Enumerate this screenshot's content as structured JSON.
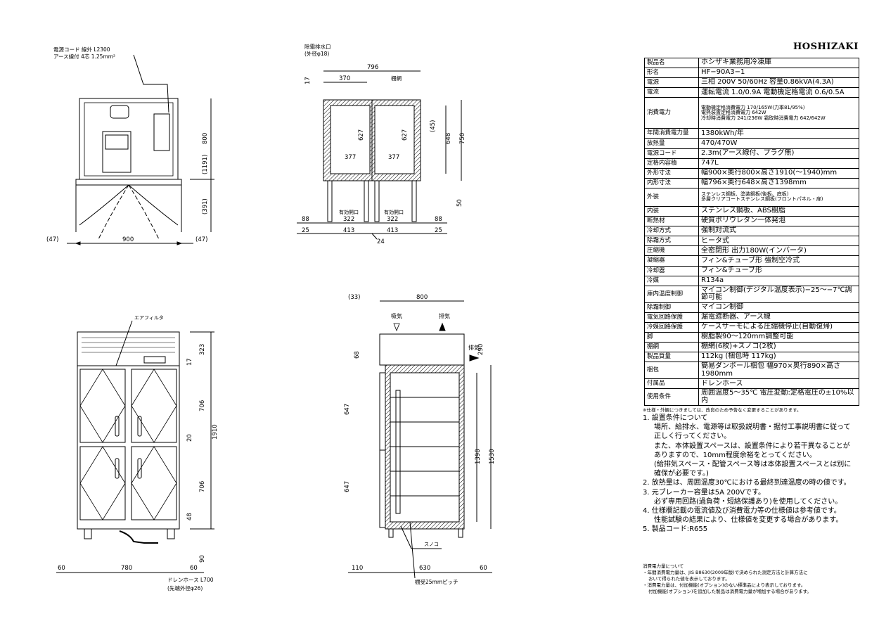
{
  "brand": "HOSHIZAKI",
  "spec_rows": [
    {
      "k": "製品名",
      "v": "ホシザキ業務用冷凍庫"
    },
    {
      "k": "形名",
      "v": "HF−90A3−1"
    },
    {
      "k": "電源",
      "v": "三相 200V 50/60Hz 容量0.86kVA(4.3A)"
    },
    {
      "k": "電流",
      "v": "運転電流 1.0/0.9A 電動機定格電流 0.6/0.5A"
    },
    {
      "k": "消費電力",
      "lines": [
        "電動機定格消費電力 170/165W(力率81/95%)",
        "電熱装置定格消費電力 642W",
        "冷却時消費電力 241/236W 霜取時消費電力 642/642W"
      ]
    },
    {
      "k": "年間消費電力量",
      "v": "1380kWh/年"
    },
    {
      "k": "放熱量",
      "v": "470/470W"
    },
    {
      "k": "電源コード",
      "v": "2.3m(アース線付、プラグ無)"
    },
    {
      "k": "定格内容積",
      "v": "747L"
    },
    {
      "k": "外形寸法",
      "v": "幅900×奥行800×高さ1910(〜1940)mm"
    },
    {
      "k": "内形寸法",
      "v": "幅796×奥行648×高さ1398mm"
    },
    {
      "k": "外装",
      "lines": [
        "ステンレス鋼板、塗装鋼板(後板、底板)",
        "多層クリアコートステンレス鋼板(フロントパネル・扉)"
      ]
    },
    {
      "k": "内装",
      "v": "ステンレス鋼板、ABS樹脂"
    },
    {
      "k": "断熱材",
      "v": "硬質ポリウレタン一体発泡"
    },
    {
      "k": "冷却方式",
      "v": "強制対流式"
    },
    {
      "k": "除霜方式",
      "v": "ヒータ式"
    },
    {
      "k": "圧縮機",
      "v": "全密閉形 出力180W(インバータ)"
    },
    {
      "k": "凝縮器",
      "v": "フィン&チューブ形 強制空冷式"
    },
    {
      "k": "冷却器",
      "v": "フィン&チューブ形"
    },
    {
      "k": "冷媒",
      "v": "R134a"
    },
    {
      "k": "庫内温度制御",
      "v": "マイコン制御(デジタル温度表示)−25〜−7℃調節可能"
    },
    {
      "k": "除霜制御",
      "v": "マイコン制御"
    },
    {
      "k": "電気回路保護",
      "v": "漏電遮断器、アース線"
    },
    {
      "k": "冷媒回路保護",
      "v": "ケースサーモによる圧縮機停止(自動復帰)"
    },
    {
      "k": "脚",
      "v": "樹脂製90〜120mm調整可能"
    },
    {
      "k": "棚網",
      "v": "棚網(6枚)+スノコ(2枚)"
    },
    {
      "k": "製品質量",
      "v": "112kg (梱包時 117kg)"
    },
    {
      "k": "梱包",
      "v": "簡易ダンボール梱包 幅970×奥行890×高さ1980mm"
    },
    {
      "k": "付属品",
      "v": "ドレンホース"
    },
    {
      "k": "使用条件",
      "v": "周囲温度5〜35℃ 電圧変動:定格電圧の±10%以内"
    }
  ],
  "disclaimer": "※仕様・外観につきましては、改良のため予告なく変更することがあります。",
  "notes": [
    {
      "t": "1. 設置条件について",
      "ind": false
    },
    {
      "t": "場所、給排水、電源等は取扱説明書・据付工事説明書に従って",
      "ind": true
    },
    {
      "t": "正しく行ってください。",
      "ind": true
    },
    {
      "t": "また、本体設置スペースは、設置条件により若干異なることが",
      "ind": true
    },
    {
      "t": "ありますので、10mm程度余裕をとってください。",
      "ind": true
    },
    {
      "t": "(給排気スペース・配管スペース等は本体設置スペースとは別に",
      "ind": true
    },
    {
      "t": "確保が必要です。)",
      "ind": true
    },
    {
      "t": "2. 放熱量は、周囲温度30℃における最終到達温度の時の値です。",
      "ind": false
    },
    {
      "t": "3. 元ブレーカー容量は5A 200Vです。",
      "ind": false
    },
    {
      "t": "必ず専用回路(過負荷・短絡保護あり)を使用してください。",
      "ind": true
    },
    {
      "t": "4. 仕様欄記載の電流値及び消費電力等の仕様値は参考値です。",
      "ind": false
    },
    {
      "t": "性能試験の結果により、仕様値を変更する場合があります。",
      "ind": true
    },
    {
      "t": "5. 製品コード:R655",
      "ind": false
    }
  ],
  "footnote": [
    "消費電力量について",
    "・年間消費電力量は、JIS B8630(2009年版)で決められた測定方法と計算方法に",
    "おいて得られた値を表示しております。",
    "・消費電力量は、付加機能(オプション)のない標準品により表示しております。",
    "付加機能(オプション)を追加した製品は消費電力量が増加する場合があります。"
  ],
  "labels": {
    "power_cord": "電源コード 線外 L2300",
    "earth_wire": "アース線付 4芯 1.25mm²",
    "drain_outlet": "除霜排水口",
    "drain_outer_dia": "(外径φ18)",
    "shelf_net": "棚網",
    "effective_opening": "有効開口",
    "air_filter": "エアフィルタ",
    "intake": "吸気",
    "exhaust": "排気",
    "sunoko": "スノコ",
    "shelf_pitch": "棚受25mmピッチ",
    "drain_hose": "ドレンホース L700",
    "hose_tip": "(先端外径φ26)"
  },
  "dimensions": {
    "top_width": "900",
    "top_side_left": "(47)",
    "top_side_right": "(47)",
    "top_depth": "800",
    "top_total": "(1191)",
    "top_door": "(391)",
    "sec_width": "796",
    "sec_370": "370",
    "sec_17": "17",
    "sec_627a": "627",
    "sec_627b": "627",
    "sec_377a": "377",
    "sec_377b": "377",
    "sec_45": "(45)",
    "sec_648": "648",
    "sec_750": "750",
    "sec_50": "50",
    "sec_88a": "88",
    "sec_88b": "88",
    "sec_25a": "25",
    "sec_25b": "25",
    "sec_322a": "322",
    "sec_322b": "322",
    "sec_413a": "413",
    "sec_413b": "413",
    "sec_24": "24",
    "front_323": "323",
    "front_17": "17",
    "front_706a": "706",
    "front_20": "20",
    "front_1910": "1910",
    "front_706b": "706",
    "front_48": "48",
    "front_90": "90",
    "front_60a": "60",
    "front_780": "780",
    "front_60b": "60",
    "side_33": "(33)",
    "side_800": "800",
    "side_290": "290",
    "side_68": "68",
    "side_647a": "647",
    "side_647b": "647",
    "side_1398": "1398",
    "side_1530": "1530",
    "side_110": "110",
    "side_630": "630",
    "side_60": "60"
  }
}
